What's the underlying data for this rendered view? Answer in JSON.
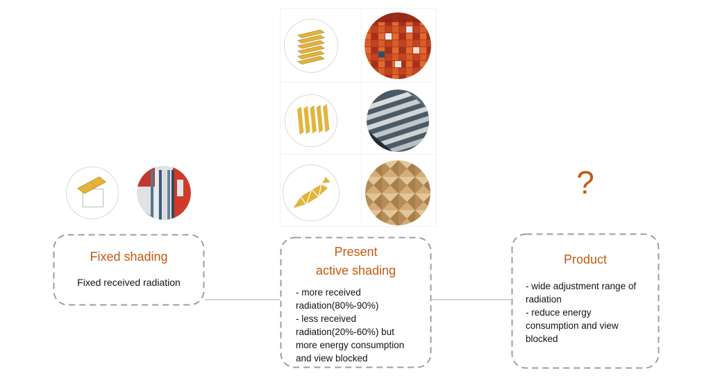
{
  "slide": {
    "background": "#ffffff"
  },
  "colors": {
    "accent": "#c55a11",
    "box_border": "#9d9d9d",
    "connector": "#d4d4d4",
    "icon_gold": "#e3b33a"
  },
  "question_mark": "?",
  "stages": [
    {
      "id": "fixed-shading",
      "title": "Fixed shading",
      "body": "Fixed received radiation",
      "images": [
        {
          "icon": "awning-icon",
          "photo": "striped-building-facade-photo"
        }
      ]
    },
    {
      "id": "present-active-shading",
      "title": "Present\nactive shading",
      "body": "- more received\nradiation(80%-90%)\n- less received\nradiation(20%-60%) but\nmore energy consumption\nand view blocked",
      "images": [
        {
          "icon": "horizontal-louvers-icon",
          "photo": "orange-mosaic-facade-photo"
        },
        {
          "icon": "vertical-fins-icon",
          "photo": "metal-louvers-facade-photo"
        },
        {
          "icon": "origami-shading-icon",
          "photo": "origami-facade-photo"
        }
      ]
    },
    {
      "id": "product",
      "title": "Product",
      "body": "- wide adjustment range of\nradiation\n- reduce energy\nconsumption and view\nblocked"
    }
  ]
}
